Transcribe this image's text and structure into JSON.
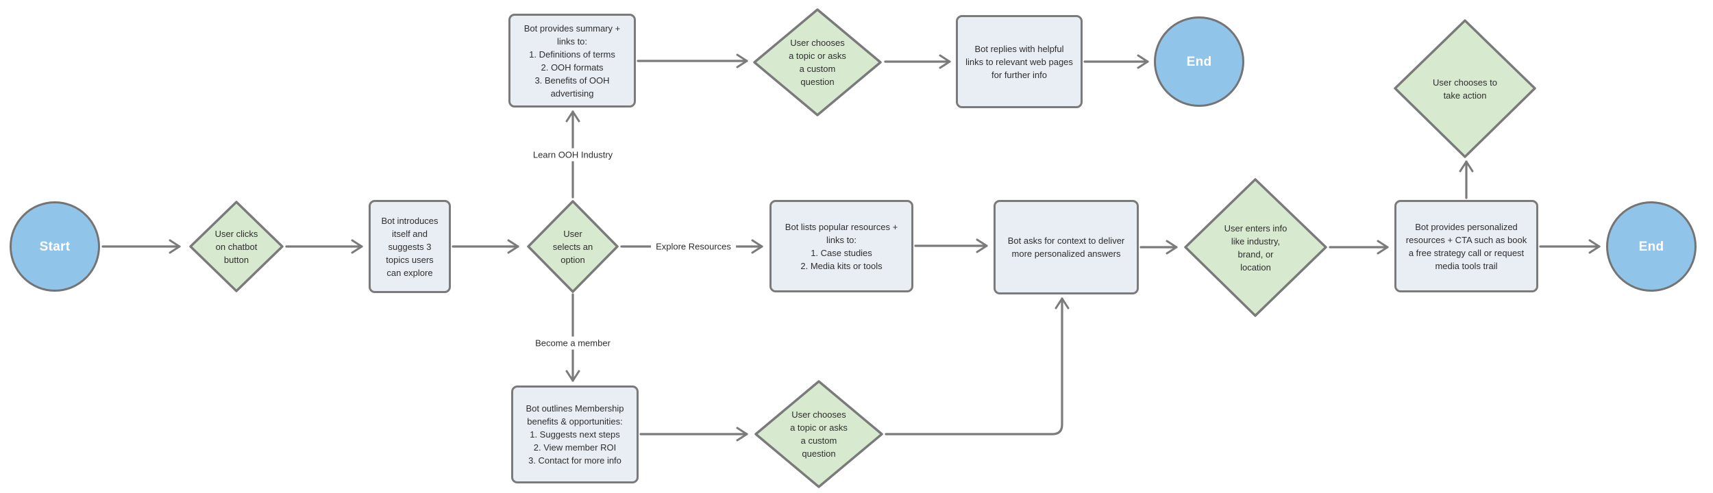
{
  "diagram": {
    "colors": {
      "terminal_fill": "#90C4E8",
      "decision_fill": "#D7EACF",
      "process_fill": "#E9EDF4",
      "stroke": "#7A7A7A",
      "arrow": "#7B7B7B",
      "text": "#2D2D2D"
    },
    "nodes": {
      "start": {
        "type": "terminal",
        "label": "Start"
      },
      "clicks": {
        "type": "decision",
        "label": "User clicks\non chatbot\nbutton"
      },
      "intro": {
        "type": "process",
        "label": "Bot introduces\nitself and\nsuggests 3\ntopics users\ncan explore"
      },
      "selects": {
        "type": "decision",
        "label": "User\nselects an\noption"
      },
      "summary": {
        "type": "process",
        "label": "Bot provides summary +\nlinks to:\n1. Definitions of terms\n2. OOH formats\n3. Benefits of OOH\nadvertising"
      },
      "chooses_top": {
        "type": "decision",
        "label": "User chooses\na topic or asks\na custom\nquestion"
      },
      "replies": {
        "type": "process",
        "label": "Bot replies with helpful\nlinks to relevant web pages\nfor further info"
      },
      "end_top": {
        "type": "terminal",
        "label": "End"
      },
      "lists": {
        "type": "process",
        "label": "Bot lists popular resources +\nlinks to:\n1. Case studies\n2. Media kits or tools"
      },
      "asks": {
        "type": "process",
        "label": "Bot asks for context to deliver\nmore personalized answers"
      },
      "enters": {
        "type": "decision",
        "label": "User enters info\nlike industry,\nbrand, or\nlocation"
      },
      "provides": {
        "type": "process",
        "label": "Bot provides personalized\nresources + CTA such as book\na free strategy call or request\nmedia tools trail"
      },
      "end_main": {
        "type": "terminal",
        "label": "End"
      },
      "action": {
        "type": "decision",
        "label": "User chooses to\ntake action"
      },
      "membership": {
        "type": "process",
        "label": "Bot outlines Membership\nbenefits & opportunities:\n1. Suggests next steps\n2. View member ROI\n3. Contact for more info"
      },
      "chooses_bottom": {
        "type": "decision",
        "label": "User chooses\na topic or asks\na custom\nquestion"
      }
    },
    "edge_labels": {
      "learn": "Learn OOH Industry",
      "explore": "Explore Resources",
      "become": "Become a member"
    }
  }
}
